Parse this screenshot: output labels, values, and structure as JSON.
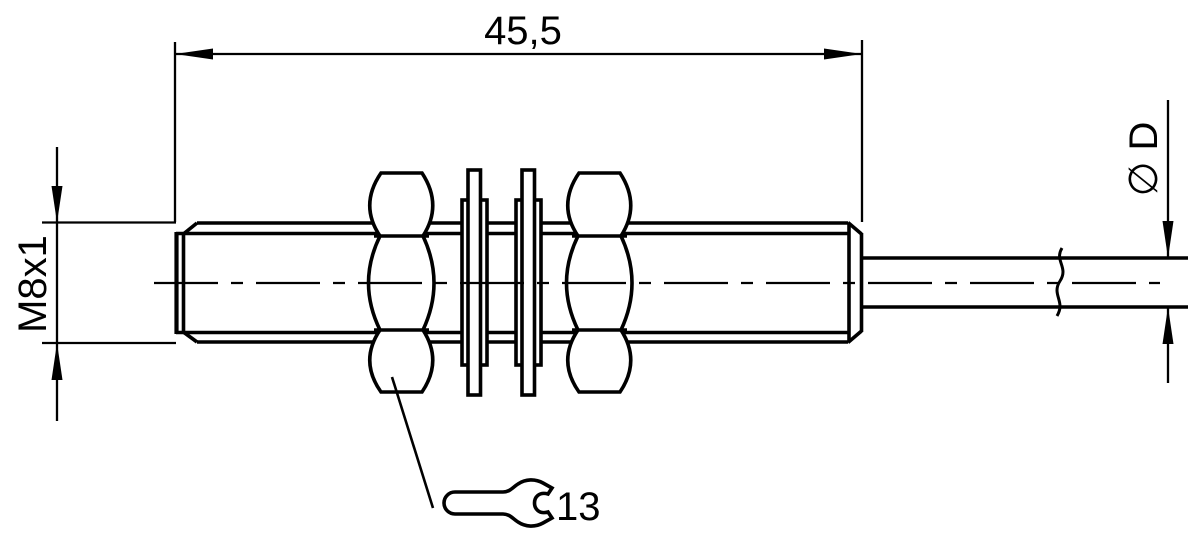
{
  "drawing": {
    "background_color": "#ffffff",
    "line_color": "#000000",
    "dimensions": {
      "overall_length": {
        "value": "45,5"
      },
      "thread": {
        "value": "M8x1"
      },
      "cable_diameter": {
        "value": "∅ D"
      },
      "wrench_size": {
        "value": "13",
        "icon": "open-end-wrench"
      }
    }
  }
}
